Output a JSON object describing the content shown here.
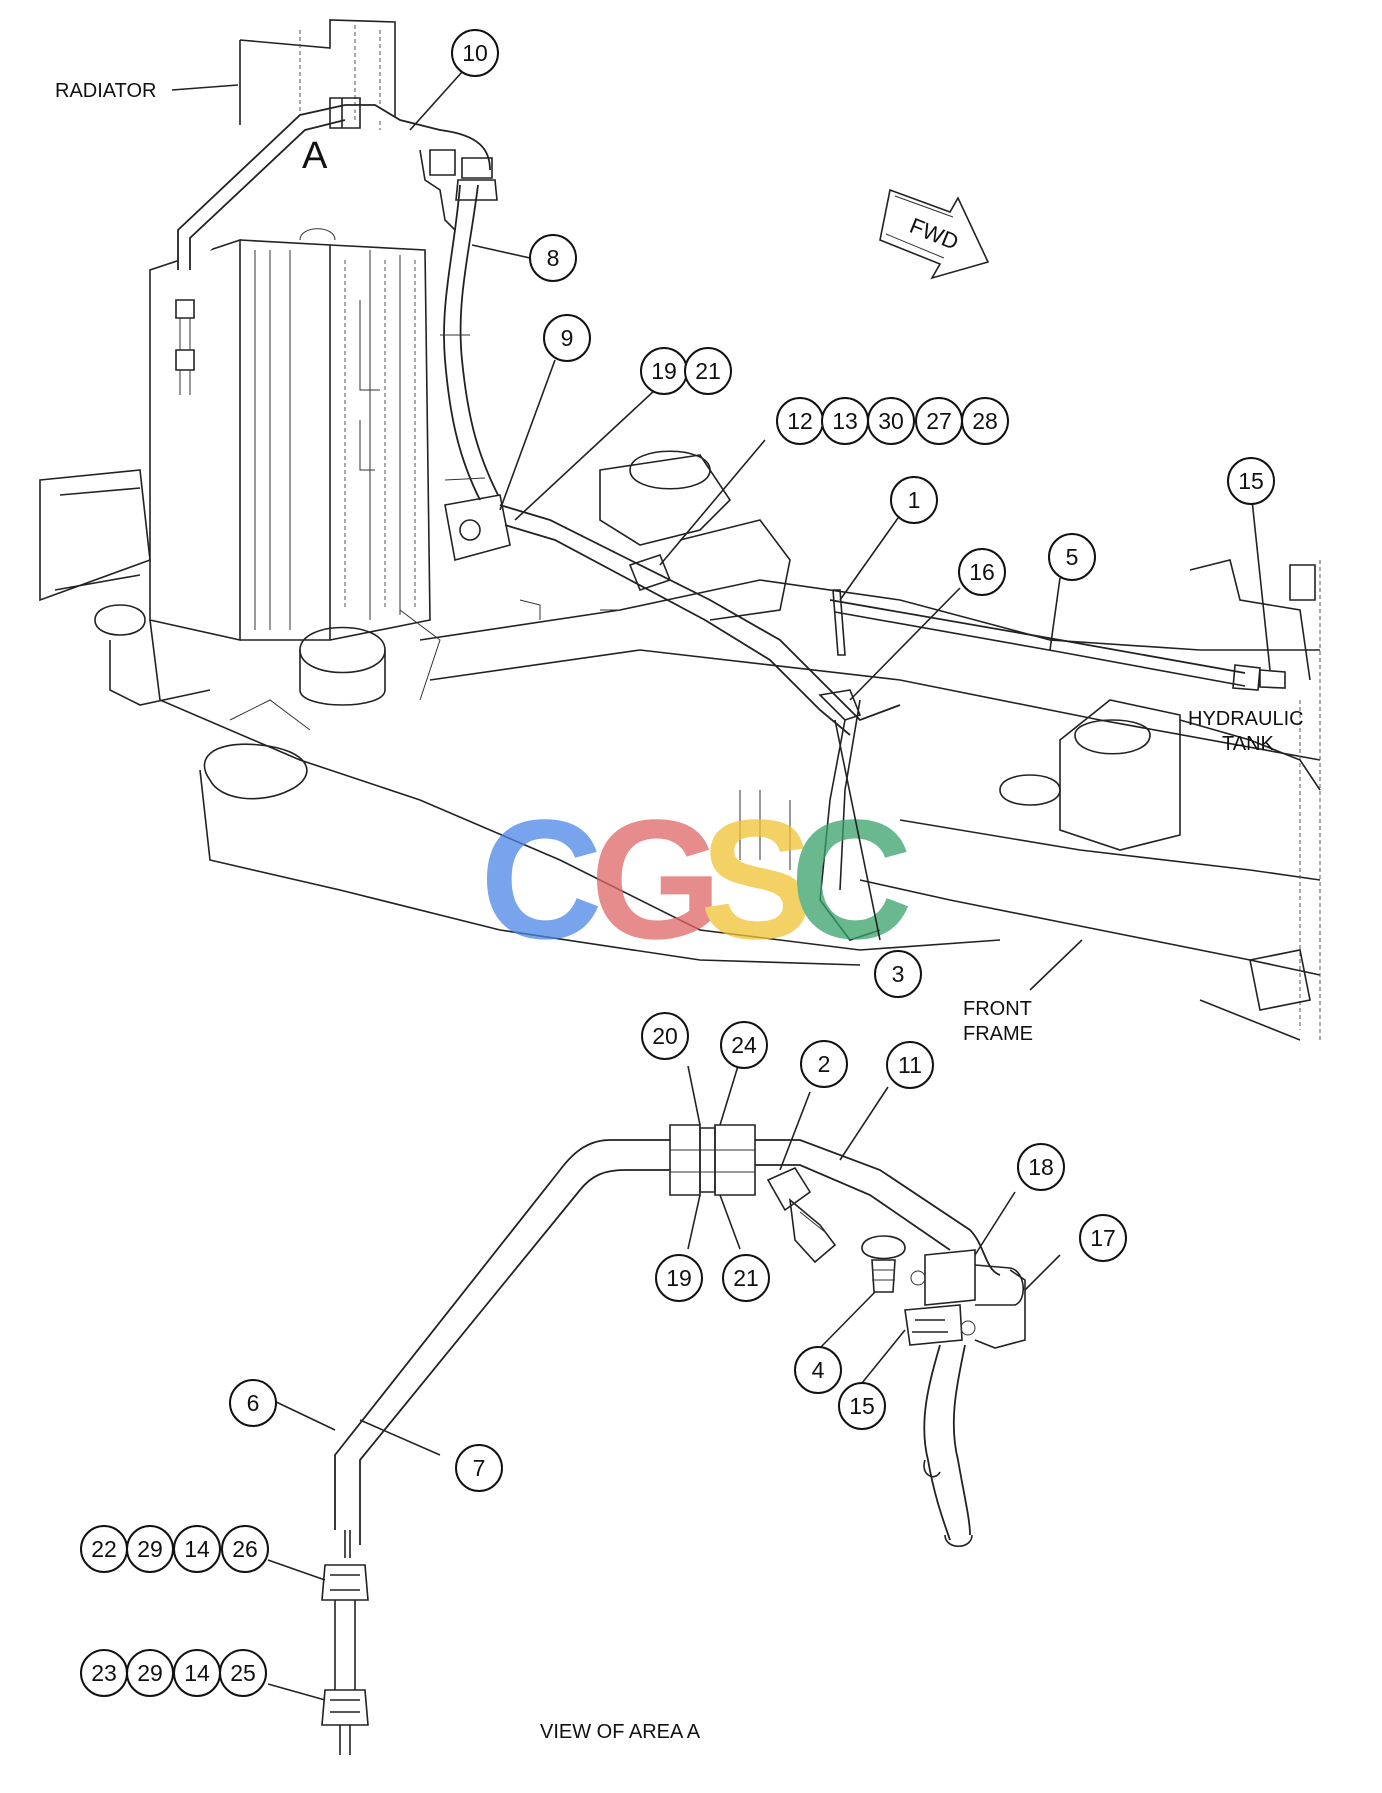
{
  "labels": {
    "radiator": "RADIATOR",
    "area_a": "A",
    "fwd": "FWD",
    "hydraulic_tank_1": "HYDRAULIC",
    "hydraulic_tank_2": "TANK",
    "front_frame_1": "FRONT",
    "front_frame_2": "FRAME",
    "view_of_area_a": "VIEW OF AREA A"
  },
  "watermark": {
    "letters": [
      "C",
      "G",
      "S",
      "C"
    ],
    "colors": [
      "#4a86e8",
      "#e06666",
      "#f1c232",
      "#38a169"
    ]
  },
  "callouts": {
    "c10": "10",
    "c8": "8",
    "c9": "9",
    "c19a": "19",
    "c21a": "21",
    "c12": "12",
    "c13": "13",
    "c30": "30",
    "c27": "27",
    "c28": "28",
    "c1": "1",
    "c16": "16",
    "c5": "5",
    "c15a": "15",
    "c3": "3",
    "c20": "20",
    "c24": "24",
    "c2": "2",
    "c11": "11",
    "c18": "18",
    "c17": "17",
    "c19b": "19",
    "c21b": "21",
    "c4": "4",
    "c15b": "15",
    "c6": "6",
    "c7": "7",
    "c22": "22",
    "c29a": "29",
    "c14a": "14",
    "c26": "26",
    "c23": "23",
    "c29b": "29",
    "c14b": "14",
    "c25": "25"
  }
}
